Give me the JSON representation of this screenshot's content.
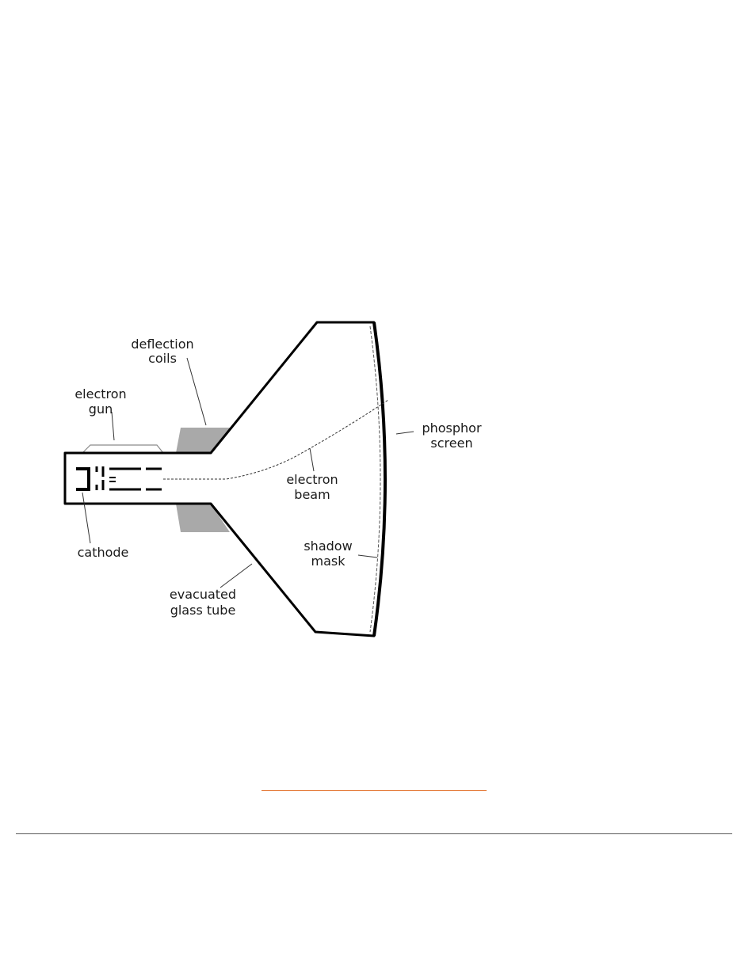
{
  "diagram": {
    "labels": {
      "deflection_coils_1": "deflection",
      "deflection_coils_2": "coils",
      "electron_gun_1": "electron",
      "electron_gun_2": "gun",
      "cathode": "cathode",
      "evacuated_glass_tube_1": "evacuated",
      "evacuated_glass_tube_2": "glass tube",
      "electron_beam_1": "electron",
      "electron_beam_2": "beam",
      "shadow_mask_1": "shadow",
      "shadow_mask_2": "mask",
      "phosphor_screen_1": "phosphor",
      "phosphor_screen_2": "screen"
    },
    "colors": {
      "outline": "#000000",
      "coil_fill": "#a9a9a9",
      "link_underline": "#e0661c",
      "divider": "#8a8a8a"
    }
  }
}
